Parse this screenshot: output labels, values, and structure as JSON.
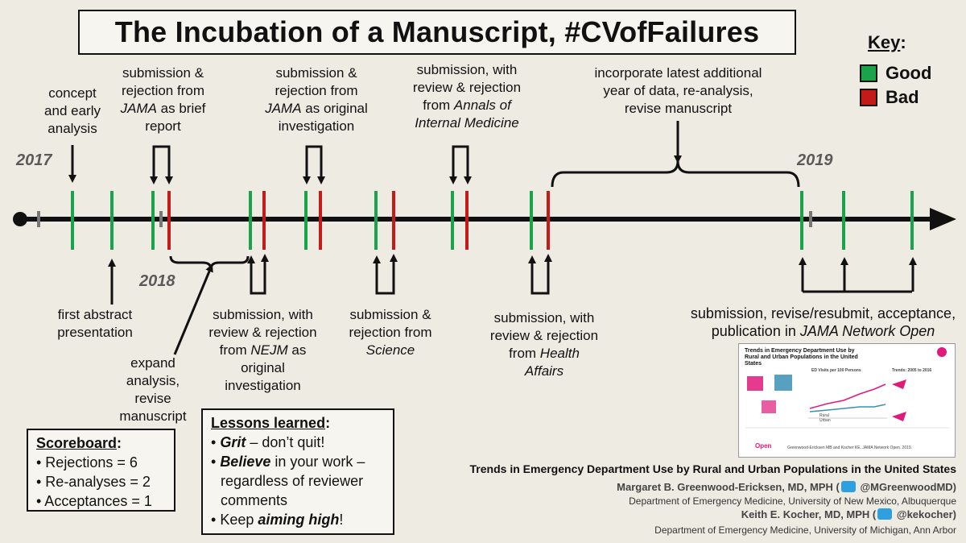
{
  "title": "The Incubation of a Manuscript, #CVofFailures",
  "key": {
    "heading": "Key",
    "colon": ":",
    "good_label": "Good",
    "bad_label": "Bad",
    "good_color": "#19a34a",
    "bad_color": "#c41a1a"
  },
  "years": {
    "y2017": "2017",
    "y2018": "2018",
    "y2019": "2019"
  },
  "above": {
    "concept": "concept and early analysis",
    "jama_brief_1": "submission &",
    "jama_brief_2": "rejection from",
    "jama_brief_3": "JAMA",
    "jama_brief_4": " as brief",
    "jama_brief_5": "report",
    "jama_orig_1": "submission &",
    "jama_orig_2": "rejection from",
    "jama_orig_3": "JAMA",
    "jama_orig_4": " as original",
    "jama_orig_5": "investigation",
    "annals_1": "submission, with",
    "annals_2": "review & rejection",
    "annals_3": "from ",
    "annals_4": "Annals of",
    "annals_5": "Internal Medicine",
    "incorporate": "incorporate latest additional year of data, re-analysis, revise manuscript"
  },
  "below": {
    "first_abstract": "first abstract presentation",
    "expand": "expand analysis, revise manuscript",
    "nejm_1": "submission, with review & rejection",
    "nejm_2": "from ",
    "nejm_3": "NEJM",
    "nejm_4": " as original investigation",
    "science_1": "submission & rejection",
    "science_2": "from ",
    "science_3": "Science",
    "ha_1": "submission, with review & rejection from",
    "ha_2": "Health Affairs",
    "final_1": "submission, revise/resubmit, acceptance,",
    "final_2": "publication in ",
    "final_3": "JAMA Network Open"
  },
  "scoreboard": {
    "heading": "Scoreboard",
    "colon": ":",
    "items": [
      "• Rejections = 6",
      "• Re-analyses = 2",
      "• Acceptances = 1"
    ]
  },
  "lessons": {
    "heading": "Lessons learned",
    "colon": ":",
    "b1_em": "Grit",
    "b1_rest": " – don’t quit!",
    "b2_em": "Believe",
    "b2_rest": " in your work – regardless of reviewer comments",
    "b3_pre": "Keep ",
    "b3_em": "aiming high",
    "b3_post": "!"
  },
  "paper_title": "Trends in Emergency Department Use by Rural and Urban Populations in the United States",
  "authors": [
    {
      "name": "Margaret B. Greenwood-Ericksen, MD, MPH (",
      "handle": "@MGreenwoodMD)",
      "dept": "Department of Emergency Medicine, University of New Mexico, Albuquerque"
    },
    {
      "name": "Keith E. Kocher, MD, MPH (",
      "handle": "@kekocher)",
      "dept": "Department of Emergency Medicine, University of Michigan, Ann Arbor"
    }
  ],
  "thumbnail": {
    "title": "Trends in Emergency Department Use by Rural and Urban Populations in the United States",
    "chart_heading": "ED Visits per 100 Persons",
    "trend_heading": "Trends: 2005 to 2016",
    "legend_rural": "Rural",
    "legend_urban": "Urban",
    "brand": "Open",
    "citation": "Greenwood-Ericksen MB and Kocher KE. JAMA Network Open. 2019.",
    "rural_color": "#e0197a",
    "urban_color": "#3b8fb5"
  }
}
